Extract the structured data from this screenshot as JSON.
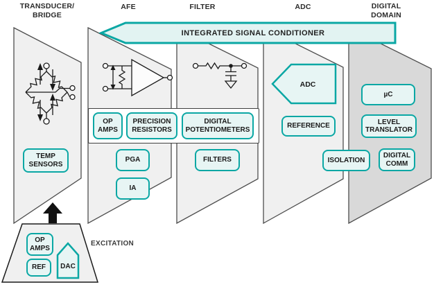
{
  "banner": {
    "label": "INTEGRATED SIGNAL CONDITIONER"
  },
  "panels": [
    {
      "label": "TRANSDUCER/\nBRIDGE"
    },
    {
      "label": "AFE"
    },
    {
      "label": "FILTER"
    },
    {
      "label": "ADC"
    },
    {
      "label": "DIGITAL\nDOMAIN"
    }
  ],
  "blocks": {
    "temp_sensors": "TEMP\nSENSORS",
    "op_amps": "OP\nAMPS",
    "precision_resistors": "PRECISION\nRESISTORS",
    "digital_potentiometers": "DIGITAL\nPOTENTIOMETERS",
    "pga": "PGA",
    "ia": "IA",
    "filters": "FILTERS",
    "adc": "ADC",
    "reference": "REFERENCE",
    "isolation": "ISOLATION",
    "microcontroller": "µC",
    "level_translator": "LEVEL\nTRANSLATOR",
    "digital_comm": "DIGITAL\nCOMM"
  },
  "excitation": {
    "label": "EXCITATION",
    "op_amps": "OP\nAMPS",
    "ref": "REF",
    "dac": "DAC"
  },
  "icons": {
    "bridge": "wheatstone-bridge-schematic",
    "amplifier": "instrumentation-amplifier-schematic",
    "rc_filter": "rc-lowpass-filter-schematic",
    "excitation_arrow": "up-arrow"
  },
  "colors": {
    "teal": "#0aa7a4",
    "block_fill": "#e7f5f4",
    "banner_fill": "#e2f3f2",
    "panel_fill": "#f0f0f0",
    "digital_panel_fill": "#d9d9d9",
    "panel_stroke": "#4d4d4d",
    "text": "#1a1a1a"
  }
}
